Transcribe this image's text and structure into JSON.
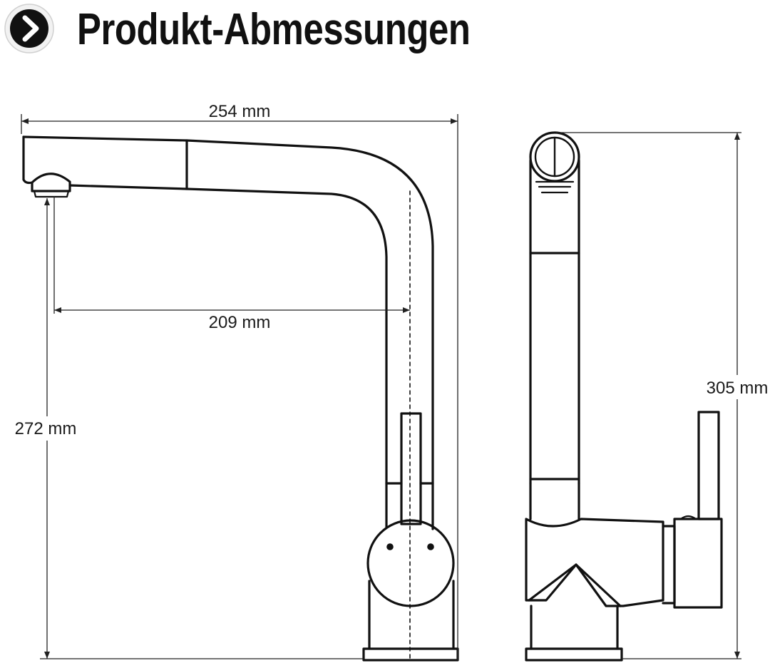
{
  "header": {
    "title": "Produkt-Abmessungen",
    "icon": "chevron-right-icon"
  },
  "dimensions": {
    "total_width": "254 mm",
    "spout_reach": "209 mm",
    "spout_height": "272 mm",
    "total_height": "305 mm"
  },
  "colors": {
    "line": "#111111",
    "background": "#ffffff"
  }
}
